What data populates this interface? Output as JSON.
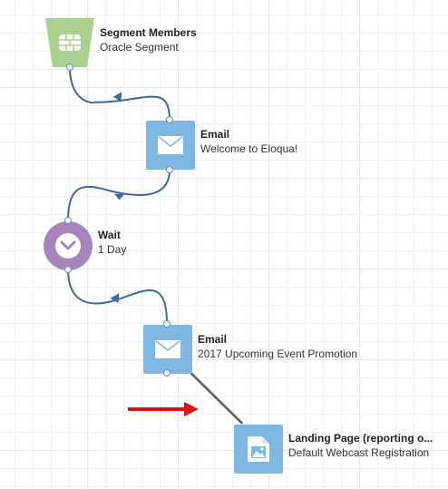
{
  "colors": {
    "segment": "#a9d08e",
    "email": "#7fb7e3",
    "wait": "#a685bb",
    "connector": "#3d6a99",
    "annotation_arrow": "#e01010"
  },
  "nodes": {
    "segment": {
      "title": "Segment Members",
      "subtitle": "Oracle Segment",
      "icon": "segment-icon"
    },
    "email1": {
      "title": "Email",
      "subtitle": "Welcome to Eloqua!",
      "icon": "envelope-icon"
    },
    "wait": {
      "title": "Wait",
      "subtitle": "1 Day",
      "icon": "chevron-down-icon"
    },
    "email2": {
      "title": "Email",
      "subtitle": "2017 Upcoming Event Promotion",
      "icon": "envelope-icon"
    },
    "landing": {
      "title": "Landing Page (reporting o...",
      "subtitle": "Default Webcast Registration",
      "icon": "landing-page-icon"
    }
  }
}
